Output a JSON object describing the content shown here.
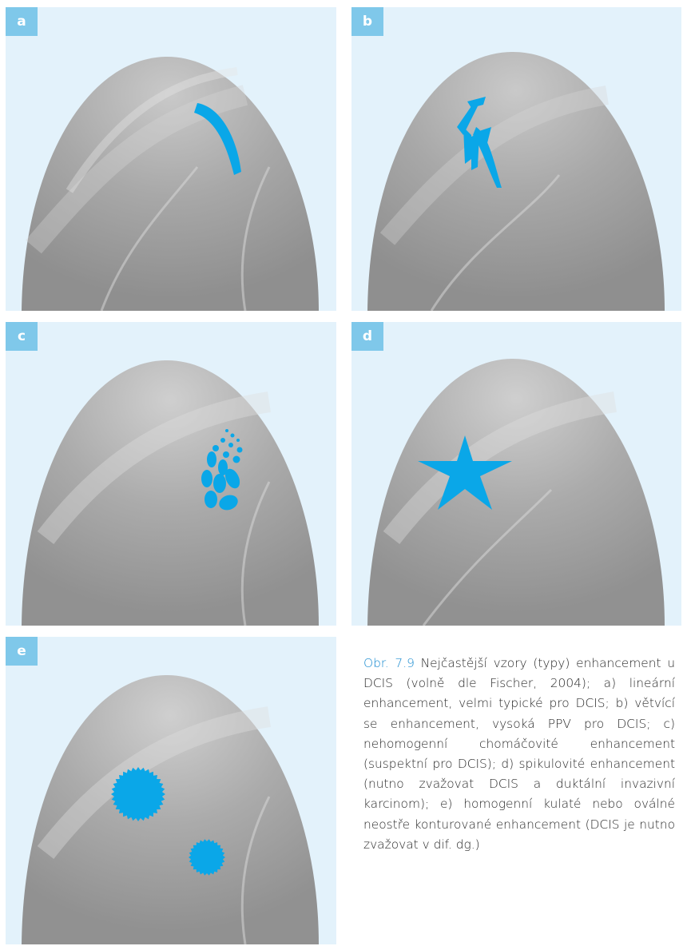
{
  "colors": {
    "accent": "#0aa7e8",
    "panel_bg": "#e3f2fb",
    "label_bg": "#7fc8ea",
    "caption_lead": "#1a8bd0"
  },
  "panels": [
    {
      "letter": "a",
      "marker": "linear-enhancement-shape"
    },
    {
      "letter": "b",
      "marker": "branching-enhancement-shape"
    },
    {
      "letter": "c",
      "marker": "clumped-enhancement-shape"
    },
    {
      "letter": "d",
      "marker": "spiculated-star-shape"
    },
    {
      "letter": "e",
      "marker": "round-oval-foci-shape"
    }
  ],
  "caption": {
    "label": "Obr. 7.9",
    "text": "Nejčastější vzory (typy) enhancement u DCIS (volně dle Fischer, 2004); a) lineární enhancement, velmi typické pro DCIS; b) větvící se enhancement, vysoká PPV pro DCIS; c) nehomogenní chomáčovité enhancement (suspektní pro DCIS); d) spikulovité enhancement (nutno zvažovat DCIS a duktální invazivní karcinom); e) homogenní kulaté nebo oválné neostře konturované enhancement (DCIS je nutno zvažovat v dif. dg.)"
  }
}
